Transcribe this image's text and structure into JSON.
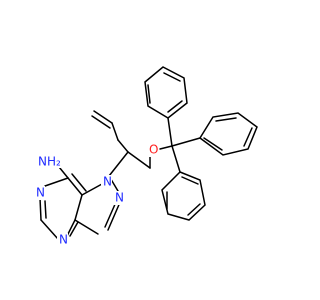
{
  "molecule": {
    "atoms": {
      "amine": "NH₂",
      "n_imidazole_bonded": "N",
      "n_imidazole_other": "N",
      "n_pyrimidine_top": "N",
      "n_pyrimidine_bottom": "N",
      "oxygen": "O"
    },
    "colors": {
      "bond": "#000000",
      "nitrogen": "#1f2bff",
      "oxygen": "#ff1f1f",
      "background": "#ffffff"
    }
  }
}
